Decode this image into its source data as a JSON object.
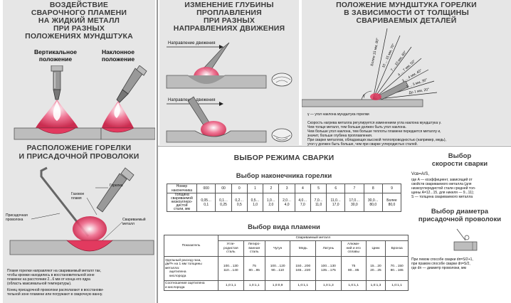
{
  "panel1": {
    "title": [
      "ВОЗДЕЙСТВИЕ",
      "СВАРОЧНОГО ПЛАМЕНИ",
      "НА ЖИДКИЙ МЕТАЛЛ",
      "ПРИ РАЗНЫХ",
      "ПОЛОЖЕНИЯХ МУНДШТУКА"
    ],
    "left_label": [
      "Вертикальное",
      "положение"
    ],
    "right_label": [
      "Наклонное",
      "положение"
    ]
  },
  "panel2": {
    "title": [
      "ИЗМЕНЕНИЕ ГЛУБИНЫ",
      "ПРОПЛАВЛЕНИЯ",
      "ПРИ РАЗНЫХ",
      "НАПРАВЛЕНИЯХ ДВИЖЕНИЯ"
    ],
    "dir_label_1": "Направление движения",
    "dir_label_2": "Направление движения"
  },
  "panel3": {
    "title": [
      "ПОЛОЖЕНИЕ МУНДШТУКА ГОРЕЛКИ",
      "В ЗАВИСИМОСТИ ОТ ТОЛЩИНЫ",
      "СВАРИВАЕМЫХ ДЕТАЛЕЙ"
    ],
    "ray_labels": [
      "Более 15 мм, 80°",
      "10 ... 15 мм, 70°",
      "7 ... 10 мм, 60°",
      "4 ... 7 мм, 50°",
      "3 ... 4 мм, 40°",
      "1 ... 3 мм, 30°",
      "До 1 мм, 20°"
    ],
    "gamma_caption": "γ — угол наклона мундштука горелки",
    "text": [
      "Скорость нагрева металла регулируется изменением угла наклона мундштука γ.",
      "Чем толще металл, тем больше должен быть угол наклона.",
      "Чем больше угол наклона, тем больше теплоты пламени передается металлу и,",
      "значит, больше глубина проплавления.",
      "При сварке металлов, обладающих высокой теплопроводностью (например, медь),",
      "угол γ должен быть больше, чем при сварке углеродистых сталей."
    ]
  },
  "panel4": {
    "title": [
      "РАСПОЛОЖЕНИЕ ГОРЕЛКИ",
      "И ПРИСАДОЧНОЙ ПРОВОЛОКИ"
    ],
    "labels": {
      "torch": "Горелка",
      "gas_flame": [
        "Газовое",
        "пламя"
      ],
      "filler": [
        "Присадочная",
        "проволока"
      ],
      "metal": [
        "Свариваемый",
        "металл"
      ]
    },
    "text": [
      "Пламя горелки направляют на свариваемый металл так,",
      "чтобы кромки находились в восстановительной зоне",
      "пламени на расстоянии 2...6 мм от конца его ядра",
      "(область максимальной температуры).",
      "Конец присадочной проволоки располагают в восстанови-",
      "тельной зоне пламени или погружают в сварочную ванну."
    ]
  },
  "mode": {
    "title": "ВЫБОР РЕЖИМА СВАРКИ",
    "tip_title": "Выбор наконечника горелки",
    "tip_table": {
      "row1_header": [
        "Номер",
        "наконечника"
      ],
      "numbers": [
        "000",
        "00",
        "0",
        "1",
        "2",
        "3",
        "4",
        "5",
        "6",
        "7",
        "8",
        "9"
      ],
      "row2_header": [
        "Толщина",
        "свариваемой",
        "низкоуглеро-",
        "дистой",
        "стали, мм"
      ],
      "thickness": [
        [
          "0,05…",
          "0,1"
        ],
        [
          "0,1…",
          "0,25"
        ],
        [
          "0,2…",
          "0,5"
        ],
        [
          "0,5…",
          "1,0"
        ],
        [
          "1,0…",
          "2,0"
        ],
        [
          "2,0…",
          "4,0"
        ],
        [
          "4,0…",
          "7,0"
        ],
        [
          "7,0…",
          "11,0"
        ],
        [
          "11,0…",
          "17,0"
        ],
        [
          "17,0…",
          "30,0"
        ],
        [
          "30,0…",
          "80,0"
        ],
        [
          "Более",
          "80,0"
        ]
      ]
    },
    "flame_title": "Выбор вида пламени",
    "flame_table": {
      "indicator": "Показатель",
      "metal_header": "Свариваемый металл",
      "metals": [
        [
          "Угле-",
          "родистая",
          "сталь"
        ],
        [
          "Легиро-",
          "ванная",
          "сталь"
        ],
        [
          "Чугун"
        ],
        [
          "Медь"
        ],
        [
          "Латунь"
        ],
        [
          "Алюми-",
          "ний и его",
          "сплавы"
        ],
        [
          "Цинк"
        ],
        [
          "Бронза"
        ]
      ],
      "row1_label": [
        "Удельный расход газа,",
        "дм³/ч на 1 мм толщины",
        "металла:",
        "ацетилена",
        "кислорода"
      ],
      "row1_values": [
        [
          "100…130",
          "110…140"
        ],
        [
          "75",
          "80…85"
        ],
        [
          "100…120",
          "90…110"
        ],
        [
          "150…200",
          "165…220"
        ],
        [
          "100…130",
          "135…175"
        ],
        [
          "75",
          "80…85"
        ],
        [
          "15…20",
          "20…25"
        ],
        [
          "70…150",
          "80…165"
        ]
      ],
      "row2_label": [
        "Соотношение ацетилена",
        "и кислорода"
      ],
      "row2_values": [
        "1,0:1,1",
        "1,0:1,1",
        "1,0:0,9",
        "1,0:1,1",
        "1,0:1,3",
        "1,0:1,1",
        "1,0:1,3",
        "1,0:1,1"
      ]
    },
    "speed_title": [
      "Выбор",
      "скорости сварки"
    ],
    "speed_formula": "Vсв=A/S,",
    "speed_text": [
      "где A — коэффициент, зависящий от",
      "свойств свариваемого металла (для",
      "низкоуглеродистой стали средней тол-",
      "щины A=12...15, для никеля — 9...11);",
      "S — толщина свариваемого металла"
    ],
    "wire_title": [
      "Выбор диаметра",
      "присадочной проволоки"
    ],
    "wire_text": [
      "При левом способе сварки dп=S/2+1,",
      "при правом способе сварки dп=S/2,",
      "где dп — диаметр проволоки, мм"
    ]
  }
}
